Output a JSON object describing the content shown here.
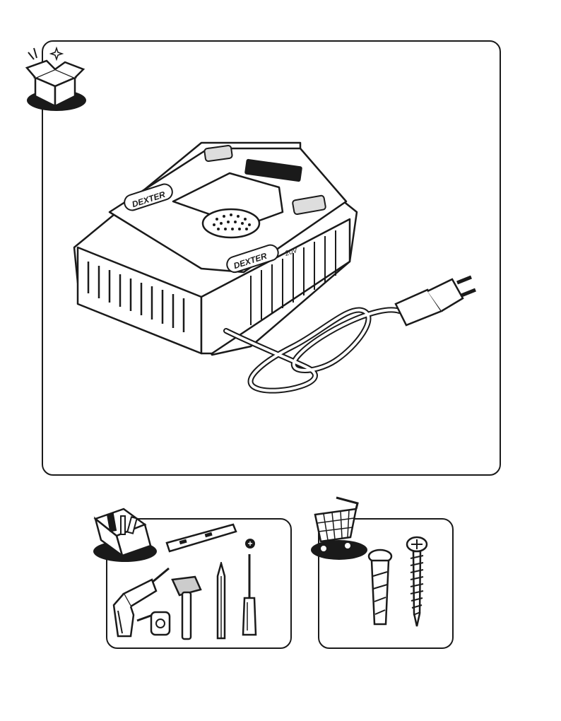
{
  "page": {
    "sections": [
      {
        "id": "box-contents",
        "icon": "open-box-icon"
      },
      {
        "id": "tools-needed",
        "icon": "toolbox-icon"
      },
      {
        "id": "parts-to-buy",
        "icon": "shopping-cart-icon"
      }
    ]
  },
  "product": {
    "brand_logo": "DEXTER",
    "model_mark": "20V"
  },
  "tools": {
    "items": [
      {
        "icon": "spirit-level-icon"
      },
      {
        "icon": "drill-icon"
      },
      {
        "icon": "tape-measure-icon"
      },
      {
        "icon": "hammer-icon"
      },
      {
        "icon": "pencil-icon"
      },
      {
        "icon": "screwdriver-icon"
      }
    ],
    "screwdriver_type": "+"
  },
  "parts": {
    "items": [
      {
        "icon": "wall-plug-icon"
      },
      {
        "icon": "screw-icon"
      }
    ]
  },
  "colors": {
    "line": "#1a1a1a",
    "background": "#ffffff"
  }
}
